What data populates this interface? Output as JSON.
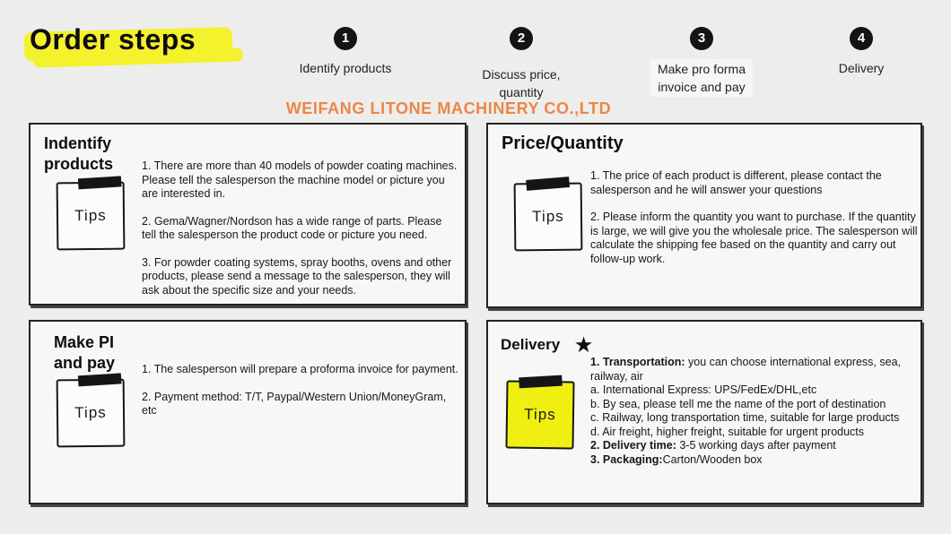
{
  "header": {
    "title": "Order steps",
    "company": "WEIFANG LITONE MACHINERY CO.,LTD"
  },
  "colors": {
    "highlight_yellow": "#f4f12d",
    "tips_yellow": "#eff011",
    "brand_orange": "#ed8647",
    "step_circle": "#141414"
  },
  "steps": [
    {
      "number": "1",
      "lines": [
        "Identify products"
      ]
    },
    {
      "number": "2",
      "lines": [
        "Discuss price,",
        "quantity"
      ]
    },
    {
      "number": "3",
      "lines": [
        "Make pro forma",
        "invoice and pay"
      ]
    },
    {
      "number": "4",
      "lines": [
        "Delivery"
      ]
    }
  ],
  "cards": [
    {
      "id": "identify-products",
      "title_lines": [
        "Indentify",
        "products"
      ],
      "tip": {
        "label": "Tips",
        "color": "#fcfcfb"
      },
      "blocks": [
        [
          [
            {
              "t": "1. There are more than 40 models of powder coating machines. Please tell the salesperson the machine model or picture you are interested in."
            }
          ]
        ],
        [
          [
            {
              "t": "2. Gema/Wagner/Nordson has a wide range of parts. Please tell the salesperson the product code or picture you need."
            }
          ]
        ],
        [
          [
            {
              "t": "3. For powder coating systems, spray booths, ovens and other products, please send a message to the salesperson, they will ask about the specific size and your needs."
            }
          ]
        ]
      ]
    },
    {
      "id": "price-quantity",
      "title_lines": [
        "Price/Quantity"
      ],
      "tip": {
        "label": "Tips",
        "color": "#fcfcfb"
      },
      "blocks": [
        [
          [
            {
              "t": "1. The price of each product is different, please contact the salesperson and he will answer your questions"
            }
          ]
        ],
        [
          [
            {
              "t": "2. Please inform the quantity you want to purchase. If the quantity is large, we will give you the wholesale price. The salesperson will calculate the shipping fee based on the quantity and carry out follow-up work."
            }
          ]
        ]
      ]
    },
    {
      "id": "make-pi-and-pay",
      "title_lines": [
        "Make PI",
        "and pay"
      ],
      "tip": {
        "label": "Tips",
        "color": "#fcfcfb"
      },
      "blocks": [
        [
          [
            {
              "t": "1. The salesperson will prepare a proforma invoice for payment."
            }
          ]
        ],
        [
          [
            {
              "t": "2. Payment method: T/T, Paypal/Western Union/MoneyGram, etc"
            }
          ]
        ]
      ]
    },
    {
      "id": "delivery",
      "title_lines": [
        "Delivery"
      ],
      "star_icon": "★",
      "tip": {
        "label": "Tips",
        "color": "#eff011"
      },
      "blocks": [
        [
          [
            {
              "t": "1. Transportation:",
              "b": true
            },
            {
              "t": " you can choose international express, sea, railway, air"
            }
          ],
          [
            {
              "t": "a. International Express: UPS/FedEx/DHL,etc"
            }
          ],
          [
            {
              "t": "b. By sea, please tell me the name of the port of destination"
            }
          ],
          [
            {
              "t": "c. Railway, long transportation time, suitable for large products"
            }
          ],
          [
            {
              "t": "d. Air freight, higher freight, suitable for urgent products"
            }
          ],
          [
            {
              "t": "2. Delivery time:",
              "b": true
            },
            {
              "t": " 3-5 working days after payment"
            }
          ],
          [
            {
              "t": "3. Packaging:",
              "b": true
            },
            {
              "t": "Carton/Wooden box"
            }
          ]
        ]
      ]
    }
  ]
}
